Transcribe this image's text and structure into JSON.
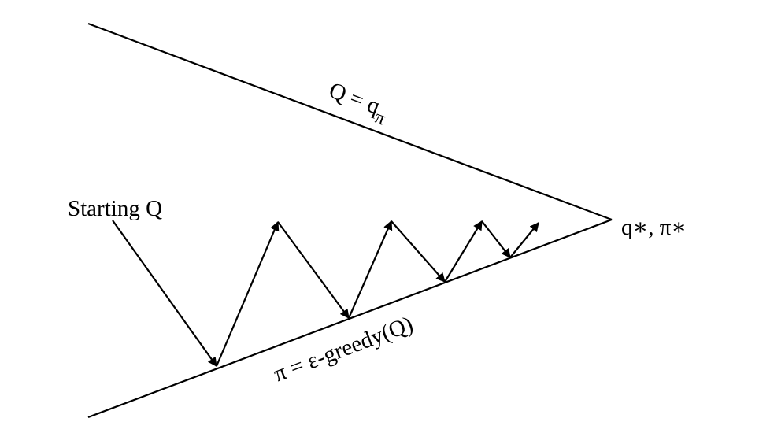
{
  "labels": {
    "upper_line": "Q = q",
    "upper_line_sub": "π",
    "lower_line": "π = ε-greedy(Q)",
    "start": "Starting Q",
    "convergence": "q∗, π∗"
  },
  "colors": {
    "stroke": "#000000",
    "background": "#ffffff"
  }
}
